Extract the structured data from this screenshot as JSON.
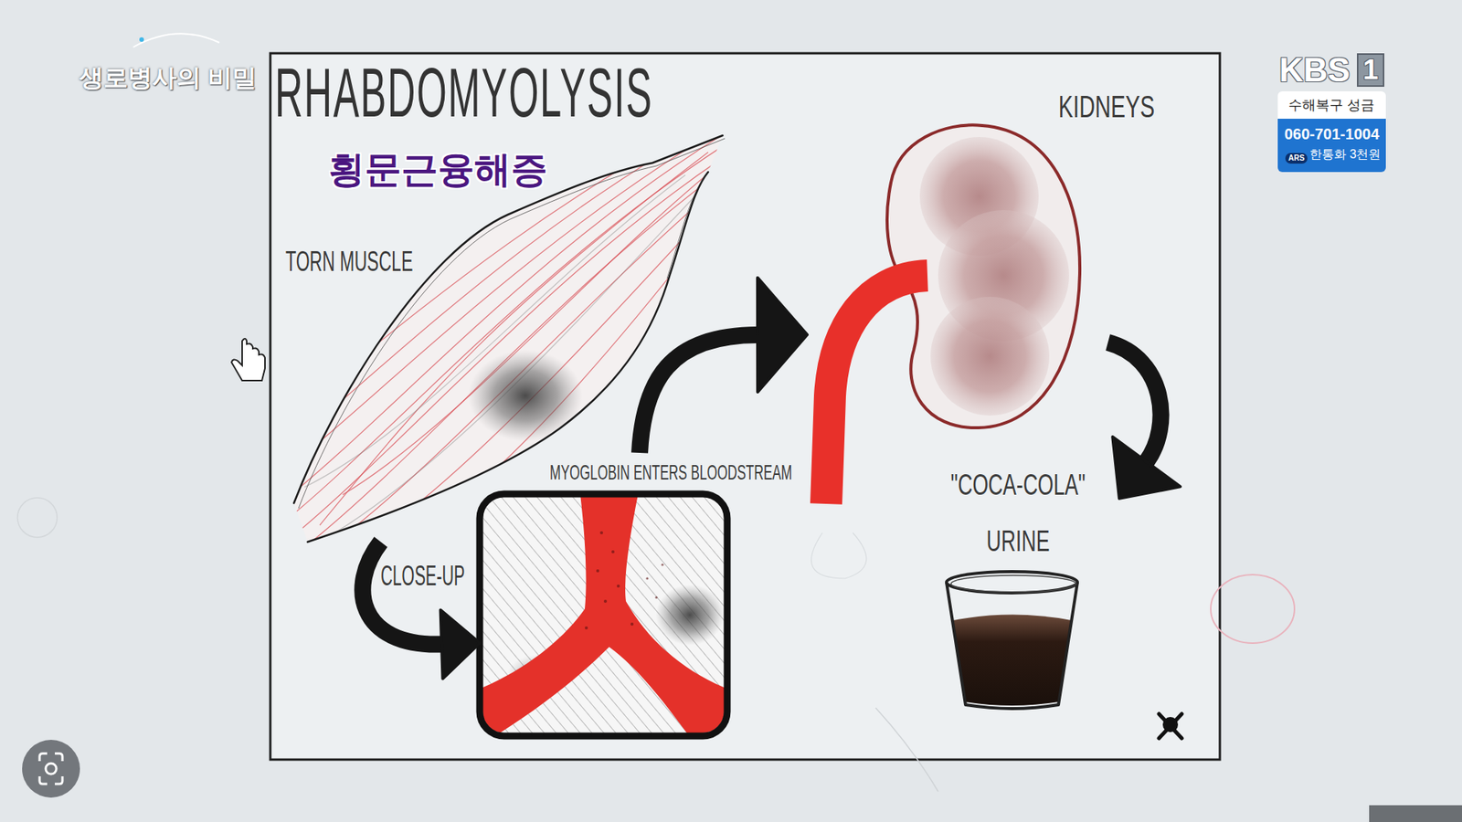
{
  "diagram": {
    "title": "RHABDOMYOLYSIS",
    "nodes": [
      {
        "text": [
          "TORN MUSCLE"
        ]
      },
      {
        "text": [
          "CLOSE-UP"
        ]
      },
      {
        "text": [
          "KIDNEYS"
        ]
      },
      {
        "text": [
          "\"COCA-COLA\" URINE"
        ]
      }
    ],
    "edges": [
      {
        "from": 0,
        "to": 1,
        "arrow": "to"
      },
      {
        "from": 0,
        "to": 2,
        "label": "MYOGLOBIN ENTERS BLOODSTREAM",
        "arrow": "to"
      },
      {
        "from": 2,
        "to": 3,
        "arrow": "to"
      }
    ],
    "labels": [
      "생로병사의 비밀",
      "횡문근융해증",
      "KBS",
      "1",
      "수해복구 성금",
      "060-701-1004",
      "ARS",
      "한통화 3천원"
    ]
  }
}
